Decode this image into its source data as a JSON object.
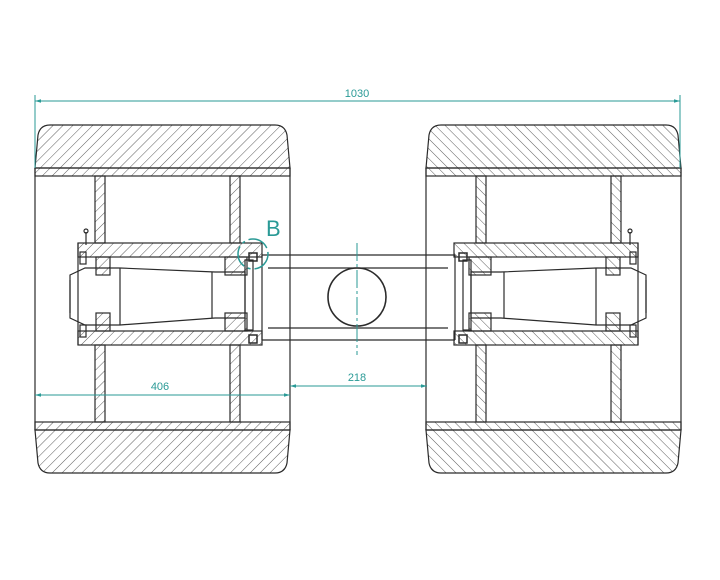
{
  "drawing": {
    "dimensions": {
      "overall_width": "1030",
      "wheel_width": "406",
      "wheel_gap": "218"
    },
    "detail_label": "B"
  },
  "colors": {
    "line": "#2b2b2b",
    "dimension": "#2a9a96",
    "background": "#ffffff"
  }
}
